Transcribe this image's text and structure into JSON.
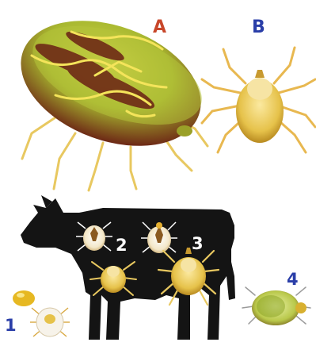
{
  "labels": {
    "a": "A",
    "b": "B",
    "stage_1": "1",
    "stage_2": "2",
    "stage_3": "3",
    "stage_4": "4"
  },
  "colors": {
    "label_red": "#c8472a",
    "label_blue": "#2a3ea8",
    "cow": "#141414",
    "engorged_body_dark": "#6e2a16",
    "engorged_body_green": "#a8b830",
    "tick_yellow": "#e6c24a",
    "tick_leg": "#e8b850"
  }
}
